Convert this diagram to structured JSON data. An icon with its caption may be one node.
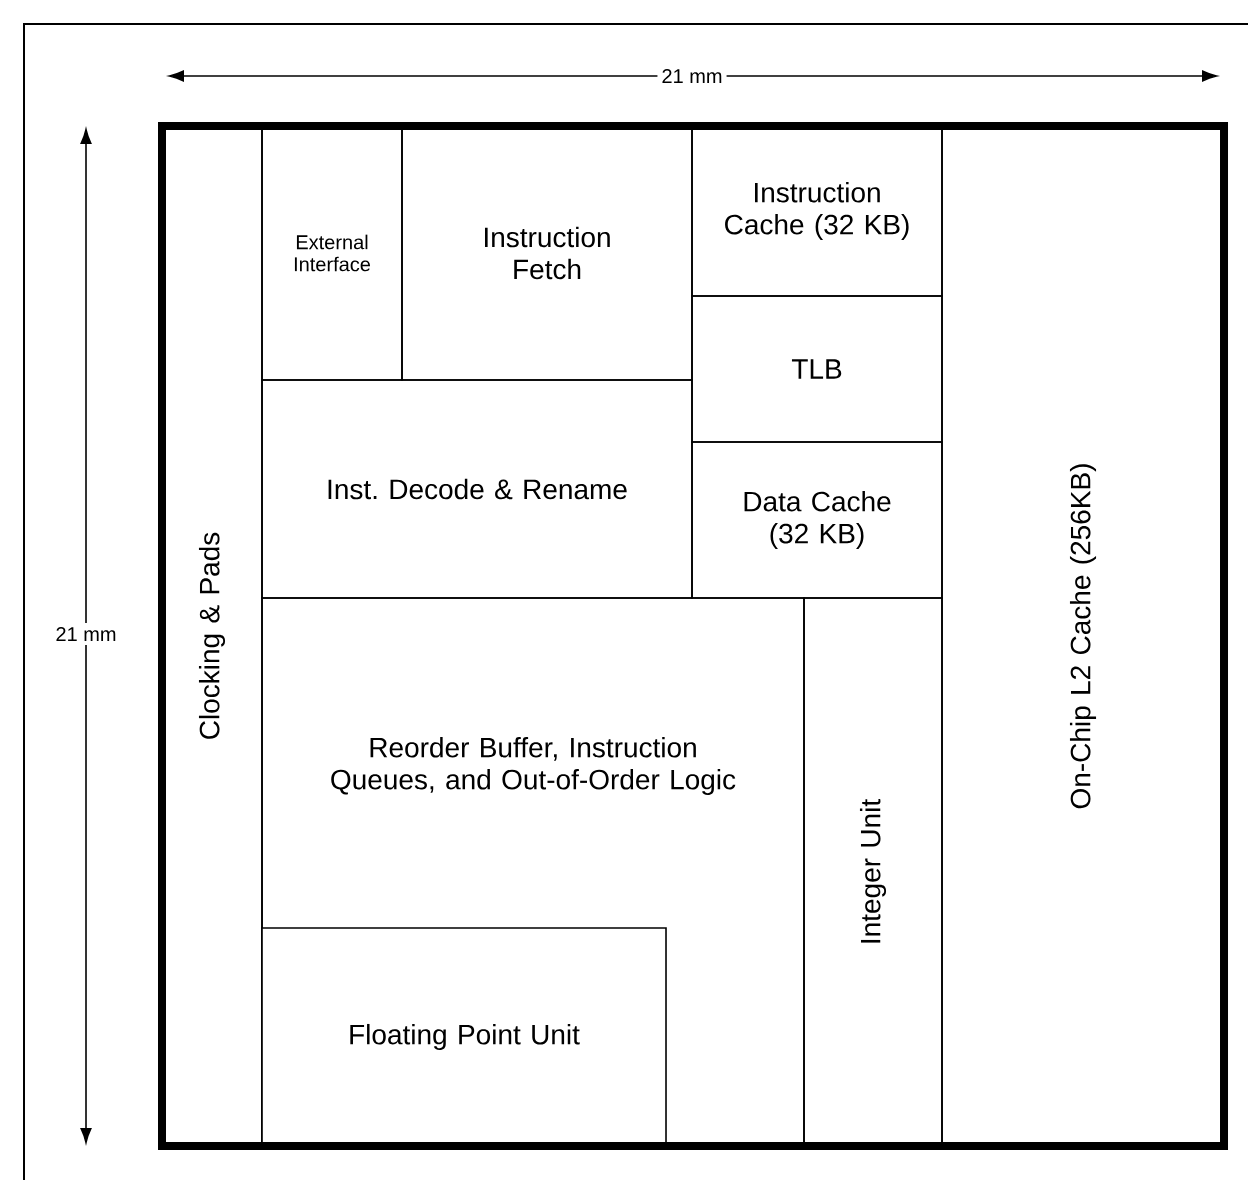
{
  "diagram": {
    "nodes": [
      {
        "text": [
          "Clocking & Pads"
        ]
      },
      {
        "text": [
          "External Interface"
        ]
      },
      {
        "text": [
          "Instruction Fetch"
        ]
      },
      {
        "text": [
          "Instruction Cache (32 KB)"
        ]
      },
      {
        "text": [
          "TLB"
        ]
      },
      {
        "text": [
          "Inst. Decode & Rename"
        ]
      },
      {
        "text": [
          "Data Cache (32 KB)"
        ]
      },
      {
        "text": [
          "Reorder Buffer, Instruction Queues, and Out-of-Order Logic"
        ]
      },
      {
        "text": [
          "Floating Point Unit"
        ],
        "in": 7
      },
      {
        "text": [
          "Integer Unit"
        ]
      },
      {
        "text": [
          "On-Chip L2 Cache (256KB)"
        ]
      }
    ],
    "edges": [],
    "labels": [
      "21 mm",
      "21 mm"
    ]
  }
}
